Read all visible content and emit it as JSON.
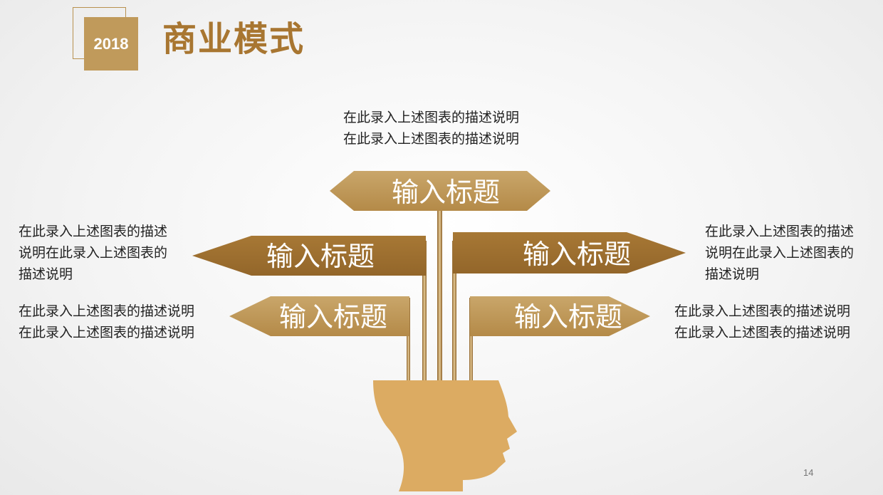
{
  "header": {
    "year": "2018",
    "title": "商业模式"
  },
  "signs": {
    "top": "输入标题",
    "mid_left": "输入标题",
    "mid_right": "输入标题",
    "low_left": "输入标题",
    "low_right": "输入标题"
  },
  "descriptions": {
    "top": [
      "在此录入上述图表的描述说明",
      "在此录入上述图表的描述说明"
    ],
    "mid_left": [
      "在此录入上述图表的描述",
      "说明在此录入上述图表的",
      "描述说明"
    ],
    "mid_right": [
      "在此录入上述图表的描述",
      "说明在此录入上述图表的",
      "描述说明"
    ],
    "low_left": [
      "在此录入上述图表的描述说明",
      "在此录入上述图表的描述说明"
    ],
    "low_right": [
      "在此录入上述图表的描述说明",
      "在此录入上述图表的描述说明"
    ]
  },
  "page_number": "14",
  "colors": {
    "gold_light": "#c6a165",
    "gold_dark": "#9e6f30",
    "head": "#dcab62"
  },
  "icons": {
    "head": "human-head-silhouette-icon"
  }
}
